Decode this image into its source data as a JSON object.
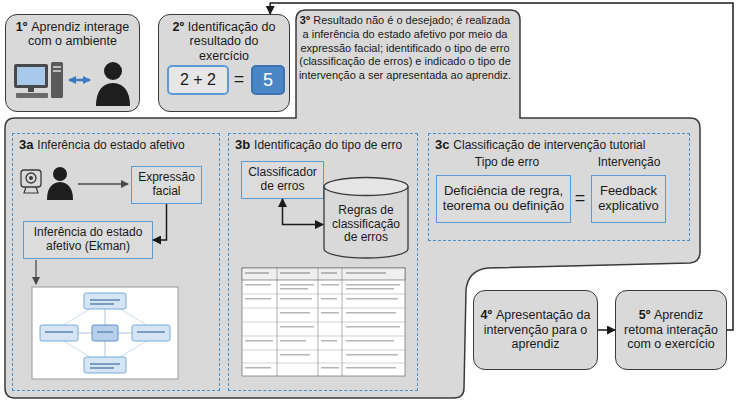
{
  "diagram": {
    "nodes": [
      {
        "text": [
          "1º",
          "Aprendiz interage com o ambiente"
        ]
      },
      {
        "text": [
          "2º",
          "Identificação do resultado do exercício"
        ]
      },
      {
        "text": [
          "2 + 2"
        ],
        "in": 1
      },
      {
        "text": [
          "5"
        ],
        "in": 1
      },
      {
        "text": [
          "3º",
          "Resultado não é o desejado; é realizada a inferência do estado afetivo por meio da expressão facial; identificado o tipo de erro (classificação de erros) e indicado o tipo de intervenção a ser apresentada ao aprendiz."
        ]
      },
      {
        "text": [
          "3a",
          "Inferência do estado afetivo"
        ],
        "in": 4
      },
      {
        "text": [
          "Expressão facial"
        ],
        "in": 5
      },
      {
        "text": [
          "Inferência do estado afetivo (Ekman)"
        ],
        "in": 5
      },
      {
        "text": [
          "3b",
          "Identificação do tipo de erro"
        ],
        "in": 4
      },
      {
        "text": [
          "Classificador de erros"
        ],
        "in": 8
      },
      {
        "text": [
          "Regras de classificação de erros"
        ],
        "in": 8
      },
      {
        "text": [
          "3c",
          "Classificação de intervenção tutorial",
          "Tipo de erro",
          "Intervenção"
        ],
        "in": 4
      },
      {
        "text": [
          "Deficiência de regra, teorema ou definição"
        ],
        "in": 11
      },
      {
        "text": [
          "Feedback explicativo"
        ],
        "in": 11
      },
      {
        "text": [
          "4º",
          "Apresentação da intervenção para o aprendiz"
        ]
      },
      {
        "text": [
          "5º",
          "Aprendiz retoma interação com o exercício"
        ]
      }
    ],
    "edges": [
      {
        "from": 6,
        "to": 7,
        "arrow": "to"
      },
      {
        "from": 9,
        "to": 10,
        "arrow": "both"
      },
      {
        "from": 14,
        "to": 15,
        "arrow": "to"
      },
      {
        "from": 15,
        "to": 1,
        "arrow": "to"
      }
    ],
    "labels": [
      "=",
      "="
    ]
  }
}
